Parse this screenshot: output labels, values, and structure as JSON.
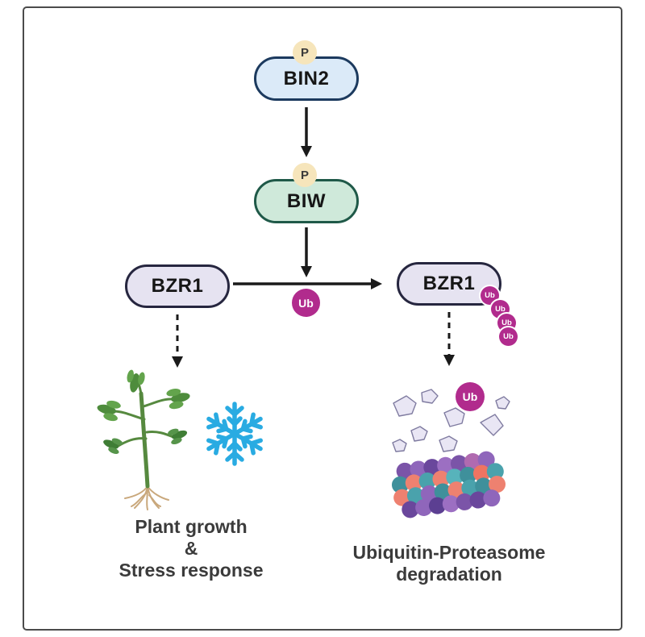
{
  "figure": {
    "nodes": {
      "bin2": {
        "label": "BIN2",
        "phospho": "P"
      },
      "biw": {
        "label": "BIW",
        "phospho": "P"
      },
      "bzr1_left": {
        "label": "BZR1"
      },
      "bzr1_right": {
        "label": "BZR1"
      },
      "ub_main": {
        "label": "Ub"
      },
      "ub_degraded": {
        "label": "Ub"
      }
    },
    "ub_chain": [
      {
        "label": "Ub"
      },
      {
        "label": "Ub"
      },
      {
        "label": "Ub"
      },
      {
        "label": "Ub"
      }
    ],
    "captions": {
      "left": {
        "line1": "Plant growth",
        "line2": "&",
        "line3": "Stress response"
      },
      "right": {
        "line1": "Ubiquitin-Proteasome",
        "line2": "degradation"
      }
    },
    "icons": {
      "plant": "plant-icon",
      "snowflake": "snowflake-icon",
      "fragments": "protein-fragments-icon",
      "proteasome": "proteasome-icon"
    },
    "colors": {
      "bin2_fill": "#dbeaf8",
      "bin2_border": "#1c3a5e",
      "biw_fill": "#cfe9da",
      "biw_border": "#1f5948",
      "bzr1_fill": "#e6e3f1",
      "bzr1_border": "#26263f",
      "phospho_fill": "#f6e5bb",
      "ub_fill": "#b12b8d",
      "snowflake": "#29abe2",
      "arrow": "#1a1a1a"
    }
  }
}
